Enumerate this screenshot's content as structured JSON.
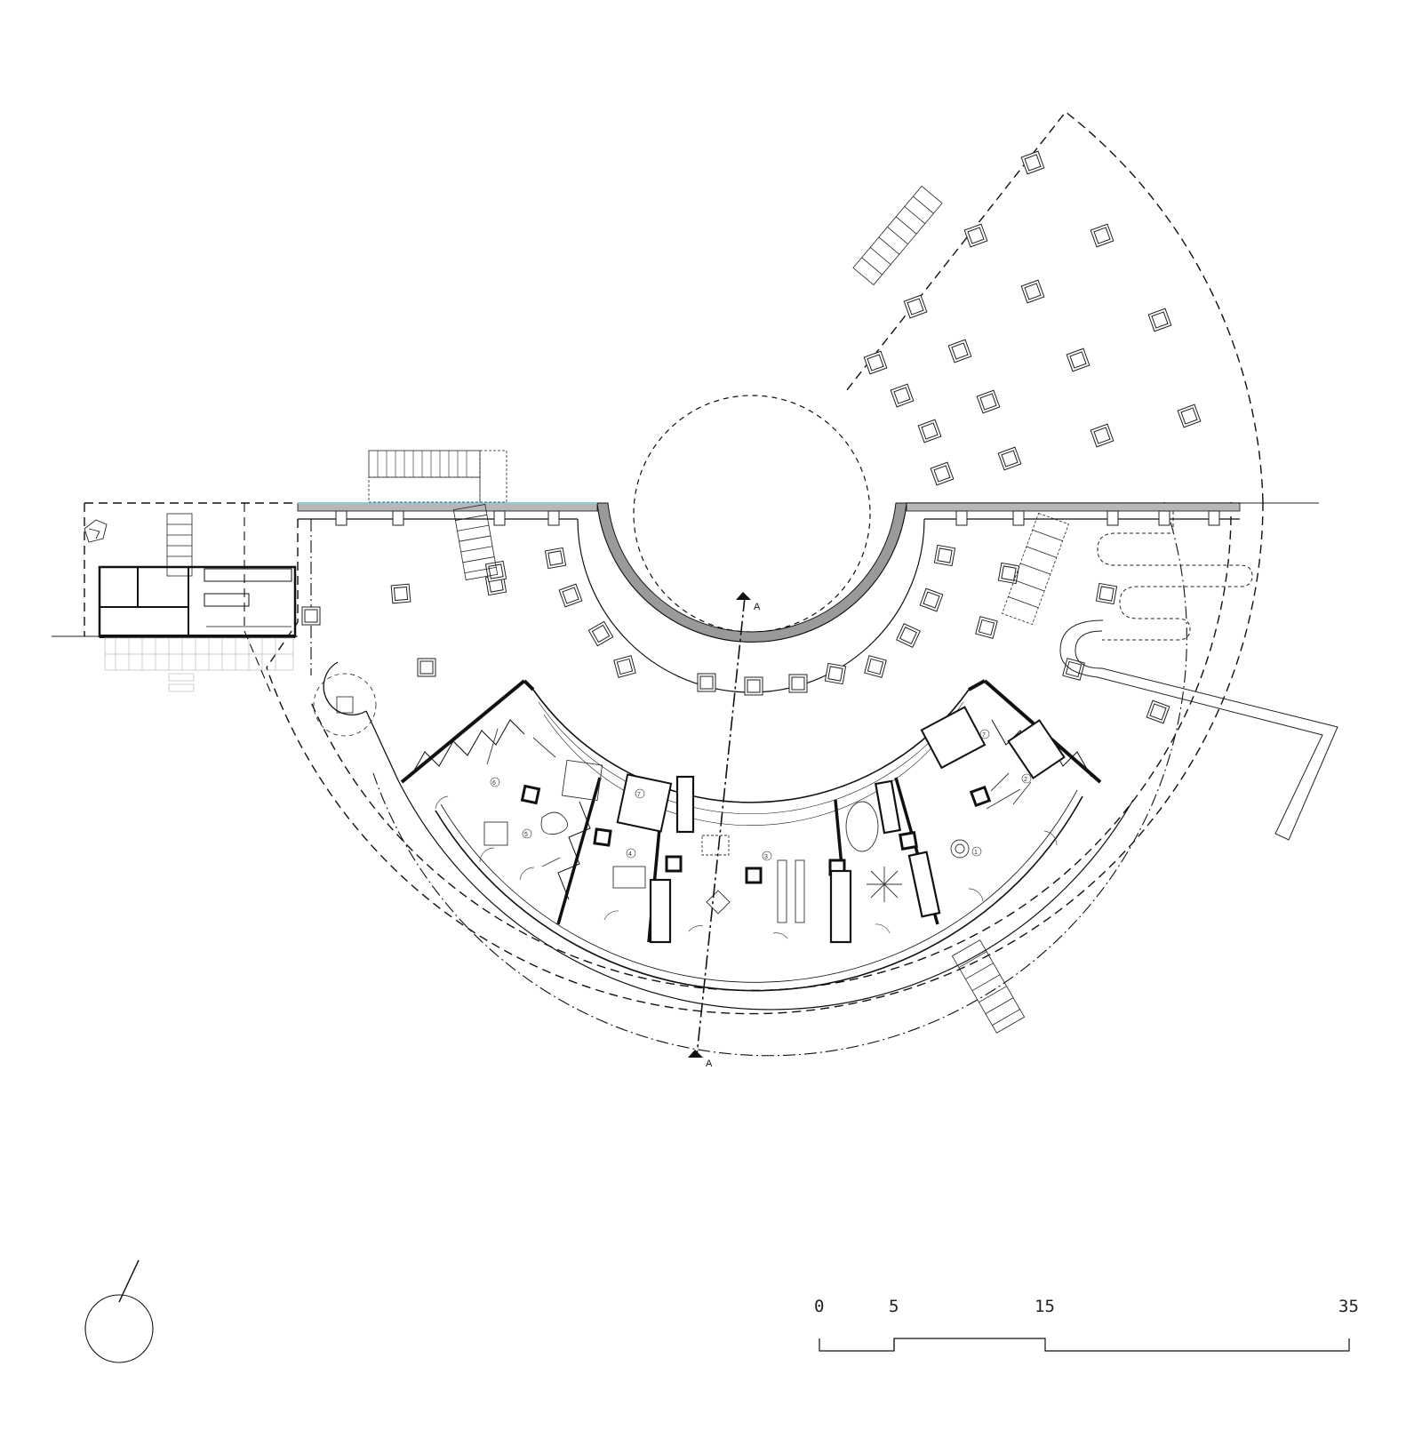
{
  "scale_bar": {
    "labels": [
      "0",
      "5",
      "15",
      "35"
    ]
  },
  "section_marker": {
    "label_top": "A",
    "label_bottom": "A"
  },
  "rooms": [
    "1",
    "2",
    "3",
    "4",
    "5",
    "6",
    "7",
    "7"
  ],
  "icons": {
    "north_arrow": "north-arrow-icon"
  },
  "colors": {
    "line": "#111111",
    "thin_line": "#555555",
    "roof_grey": "#9a9a9a",
    "cyan_edge": "#7fd3e0"
  }
}
